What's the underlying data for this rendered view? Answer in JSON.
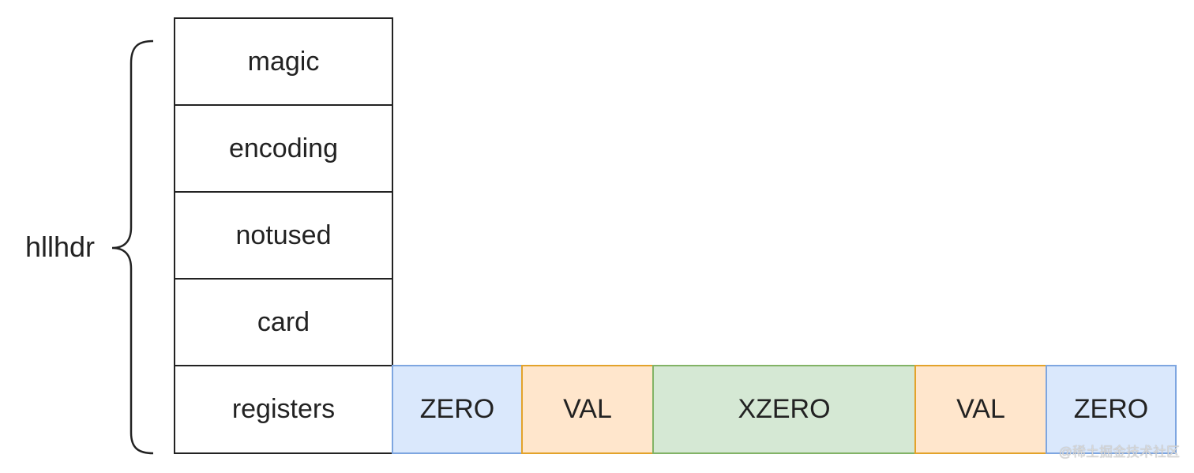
{
  "diagram": {
    "group_label": "hllhdr",
    "header_fields": [
      "magic",
      "encoding",
      "notused",
      "card",
      "registers"
    ],
    "registers": [
      {
        "label": "ZERO",
        "fill": "#dae8fc",
        "stroke": "#7ea6e0"
      },
      {
        "label": "VAL",
        "fill": "#ffe6cc",
        "stroke": "#e3a32b"
      },
      {
        "label": "XZERO",
        "fill": "#d5e8d4",
        "stroke": "#82b366"
      },
      {
        "label": "VAL",
        "fill": "#ffe6cc",
        "stroke": "#e3a32b"
      },
      {
        "label": "ZERO",
        "fill": "#dae8fc",
        "stroke": "#7ea6e0"
      }
    ]
  },
  "watermark": "@稀土掘金技术社区"
}
